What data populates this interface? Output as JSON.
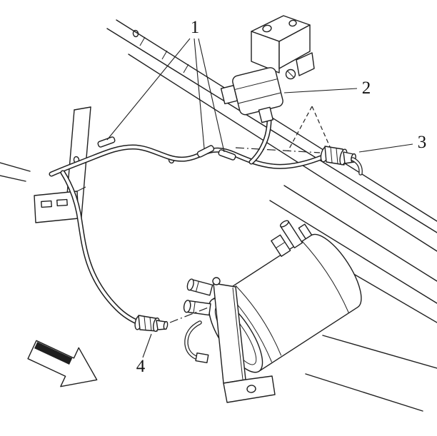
{
  "figure": {
    "kind": "technical-line-diagram",
    "background_color": "#ffffff",
    "line_color": "#1f1f1f",
    "callouts": [
      {
        "number": "1",
        "target": "hose-retaining-clips"
      },
      {
        "number": "2",
        "target": "solenoid-valve-bracket"
      },
      {
        "number": "3",
        "target": "quick-connect-fitting"
      },
      {
        "number": "4",
        "target": "hose-end-fitting"
      }
    ],
    "direction_arrow": {
      "name": "front-of-vehicle-arrow"
    }
  }
}
